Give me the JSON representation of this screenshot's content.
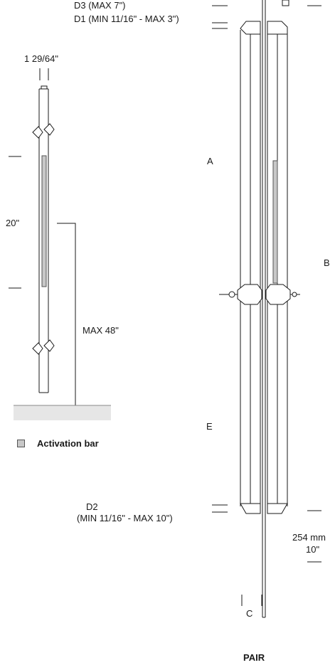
{
  "labels": {
    "d3": "D3 (MAX 7\")",
    "d1": "D1 (MIN 11/16\" - MAX 3\")",
    "width_dim": "1 29/64\"",
    "a": "A",
    "b": "B",
    "height_20": "20\"",
    "max48": "MAX 48\"",
    "e": "E",
    "d2_title": "D2",
    "d2_range": "(MIN 11/16\" - MAX 10\")",
    "dim_mm": "254 mm",
    "dim_in": "10\"",
    "c": "C",
    "pair": "PAIR"
  },
  "legend": {
    "activation_bar": "Activation bar",
    "swatch_color": "#c8c8c8"
  },
  "colors": {
    "line": "#1a1a1a",
    "floor": "#e6e6e6",
    "bar": "#c8c8c8"
  }
}
